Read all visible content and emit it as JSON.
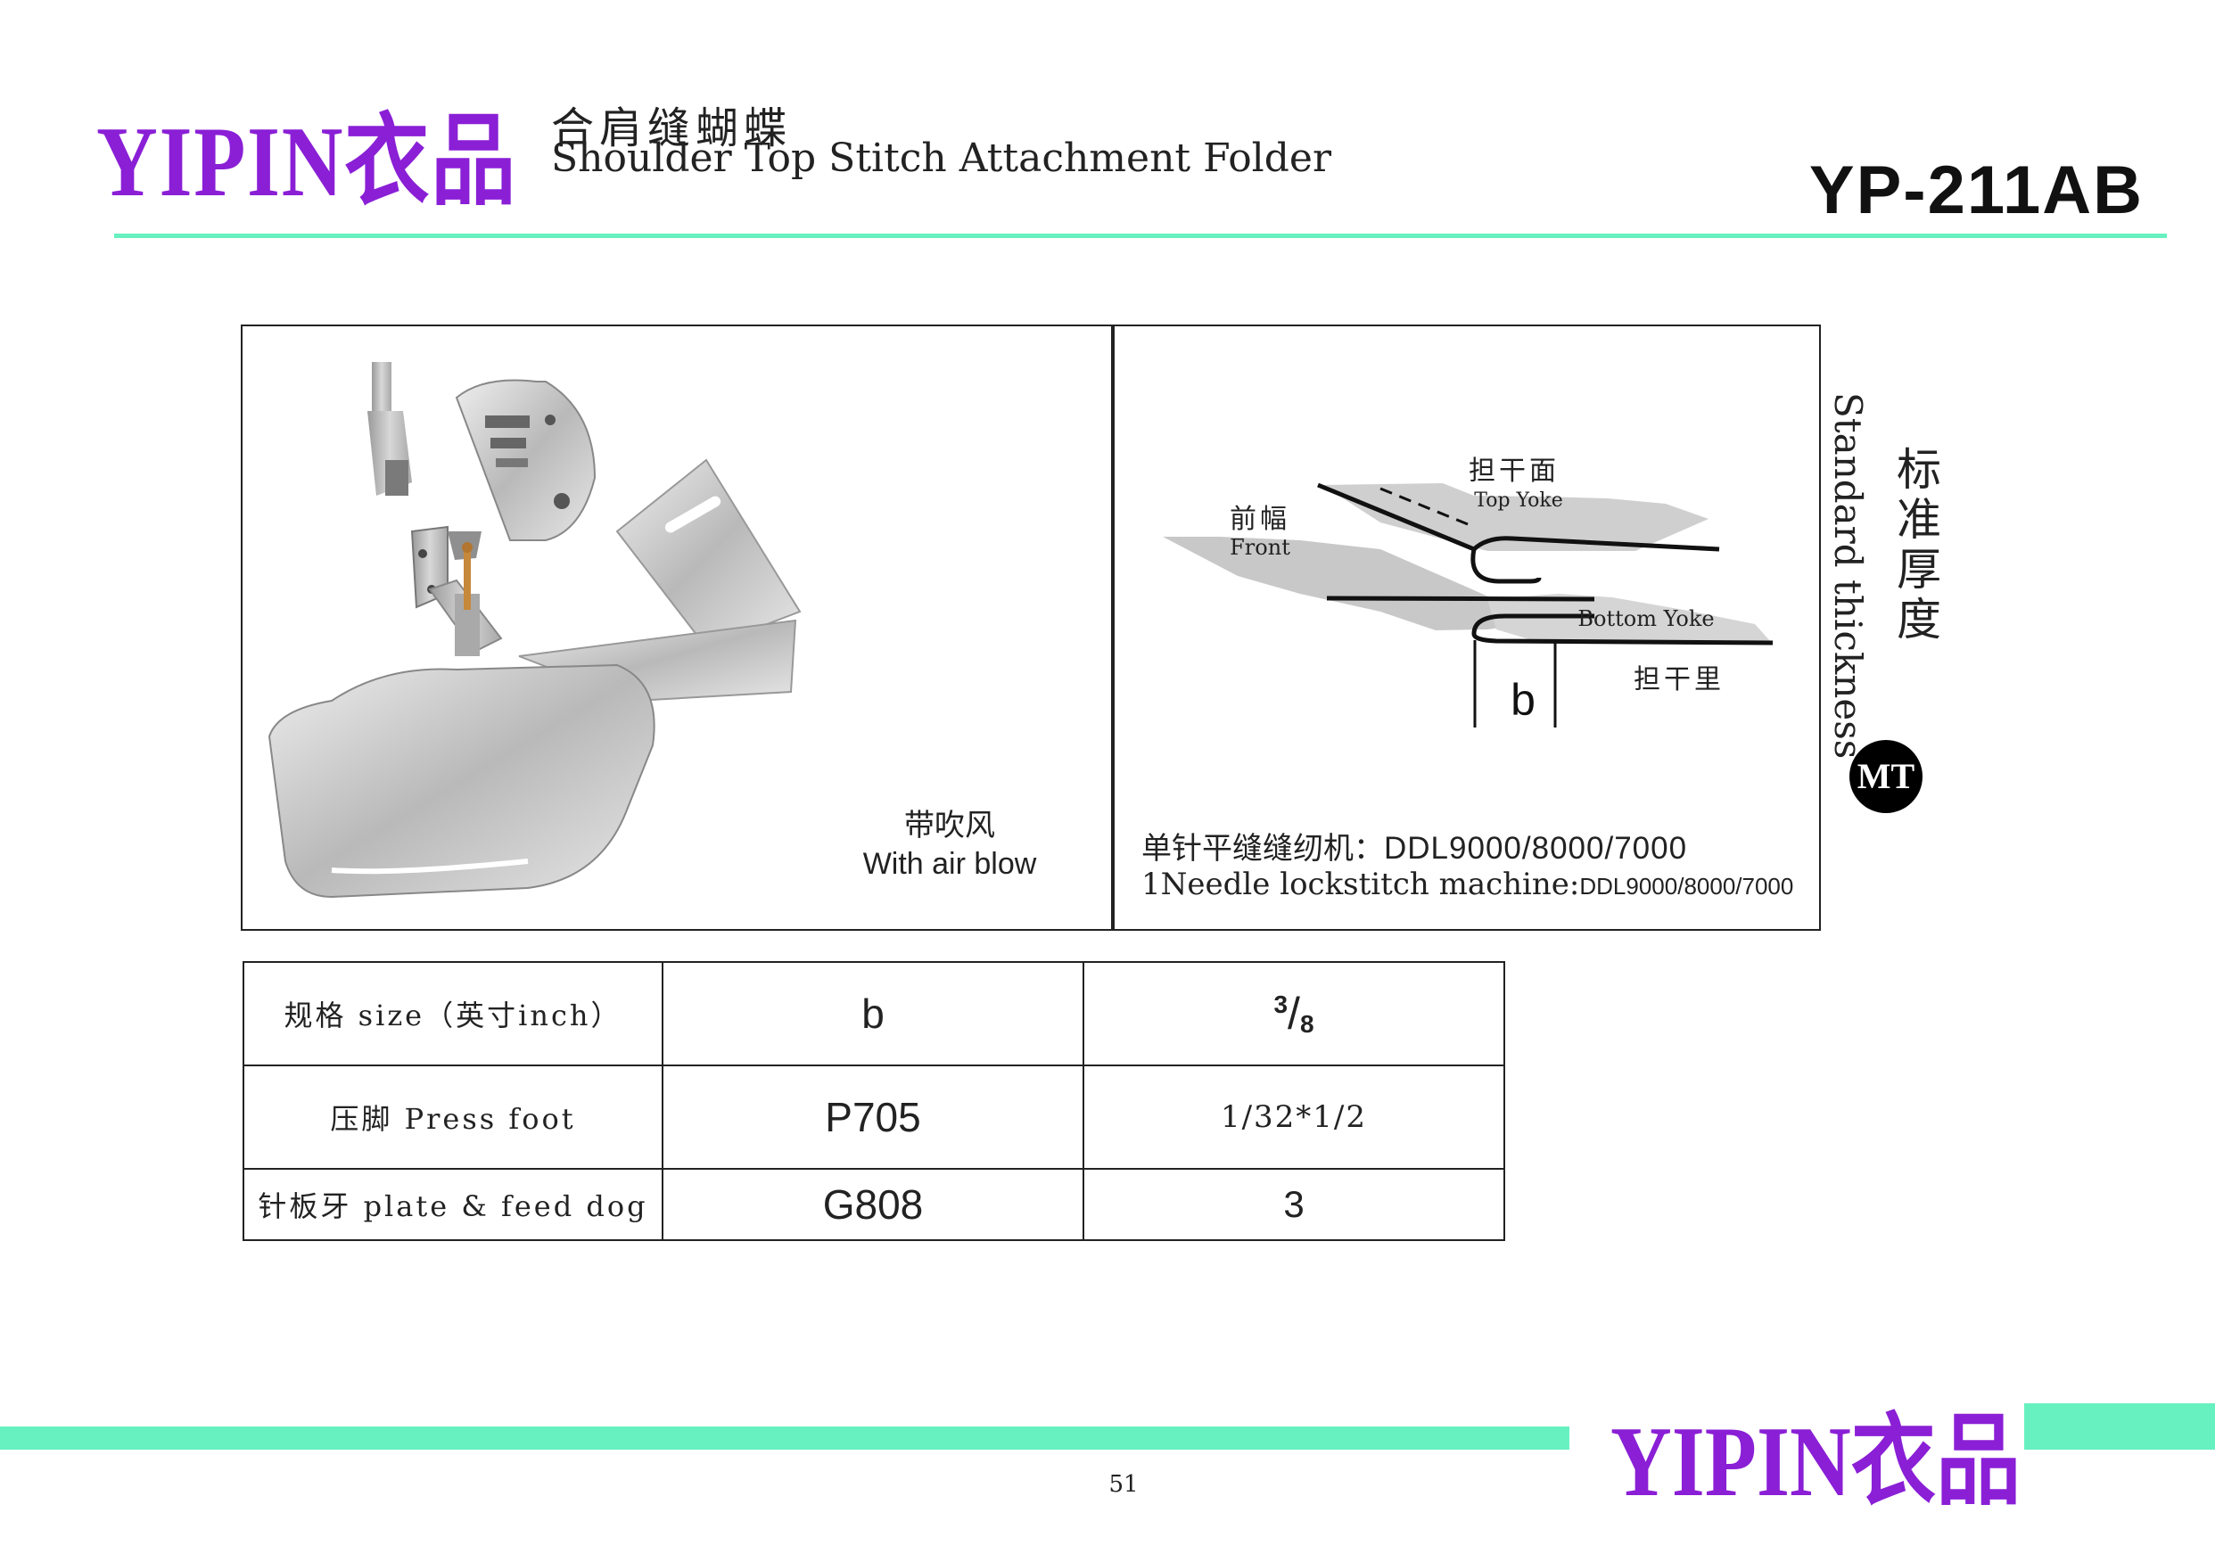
{
  "header": {
    "brand_latin": "YIPIN",
    "brand_cn": "衣品",
    "title_cn": "合肩缝蝴蝶",
    "title_en": "Shoulder Top Stitch Attachment Folder",
    "model": "YP-211AB"
  },
  "photo": {
    "caption_cn": "带吹风",
    "caption_en": "With air blow"
  },
  "diagram": {
    "top_yoke_cn": "担干面",
    "top_yoke_en": "Top Yoke",
    "front_cn": "前幅",
    "front_en": "Front",
    "bottom_yoke_en": "Bottom Yoke",
    "bottom_yoke_cn": "担干里",
    "dimension_label": "b",
    "machine_cn_label": "单针平缝缝纫机：",
    "machine_en_label": "1Needle lockstitch machine:",
    "machine_models": "DDL9000/8000/7000"
  },
  "standard": {
    "label_en": "Standard thickness",
    "label_cn": "标准厚度",
    "badge": "MT"
  },
  "spec_table": {
    "rows": [
      {
        "label": "规格 size（英寸inch）",
        "col2": "b",
        "col3_num": "3",
        "col3_den": "8"
      },
      {
        "label": "压脚 Press foot",
        "col2": "P705",
        "col3": "1/32*1/2"
      },
      {
        "label": "针板牙 plate & feed dog",
        "col2": "G808",
        "col3": "3"
      }
    ]
  },
  "footer": {
    "brand_latin": "YIPIN",
    "brand_cn": "衣品",
    "page_number": "51"
  },
  "colors": {
    "brand_purple": "#8a1fd6",
    "accent_mint": "#67f1c0"
  }
}
